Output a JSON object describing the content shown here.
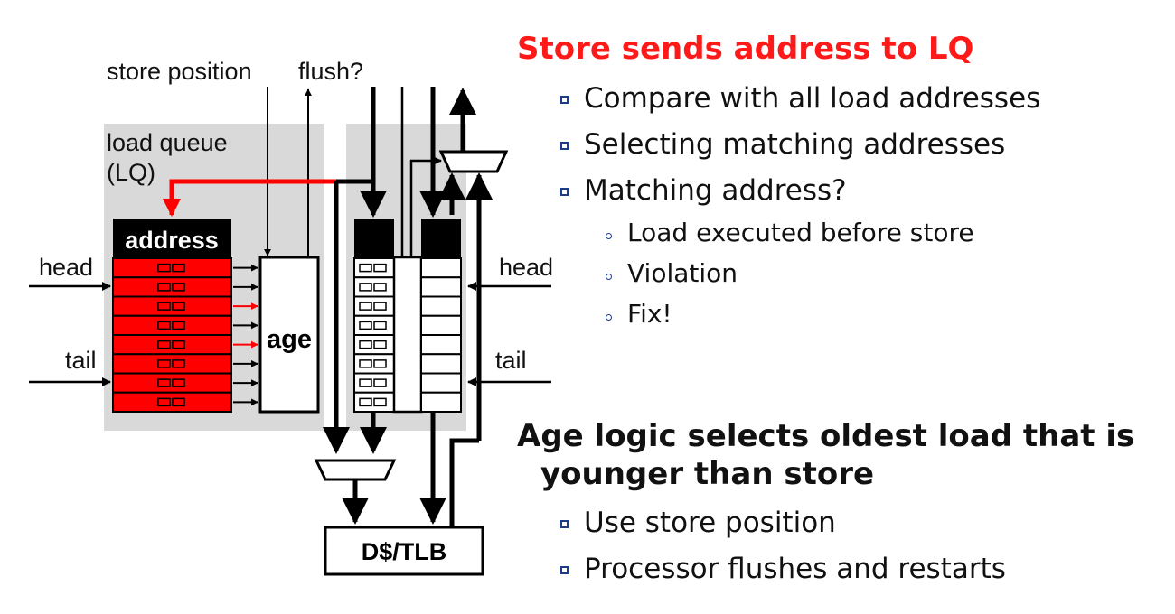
{
  "diagram": {
    "labels": {
      "store_position": "store position",
      "flush": "flush?",
      "load_queue_line1": "load queue",
      "load_queue_line2": "(LQ)",
      "address": "address",
      "age": "age",
      "head_left": "head",
      "tail_left": "tail",
      "head_right": "head",
      "tail_right": "tail",
      "dcache_tlb": "D$/TLB"
    },
    "colors": {
      "highlight_red": "#ff0000",
      "panel_gray": "#d9d9d9",
      "bar_black": "#000000"
    },
    "load_queue_rows": 8,
    "red_arrow_rows": [
      2,
      4
    ]
  },
  "text": {
    "heading1": "Store sends address to LQ",
    "bullets1": [
      "Compare with all load addresses",
      "Selecting matching addresses",
      "Matching address?"
    ],
    "sub_bullets": [
      "Load executed before store",
      "Violation",
      "Fix!"
    ],
    "heading2": "Age logic selects oldest load that is younger than store",
    "bullets2": [
      "Use store position",
      "Processor flushes and restarts"
    ]
  }
}
